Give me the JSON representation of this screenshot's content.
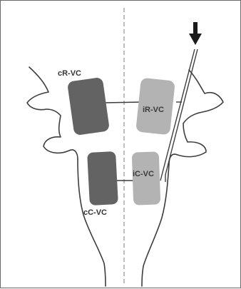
{
  "diagram": {
    "labels": {
      "crvc": "cR-VC",
      "irvc": "iR-VC",
      "cvcc": "cC-VC",
      "icvc": "iC-VC"
    },
    "colors": {
      "contralateral_fill": "#636363",
      "ipsilateral_fill": "#b3b3b3",
      "outline": "#3d3d3d",
      "midline": "#9a9a9a"
    }
  }
}
